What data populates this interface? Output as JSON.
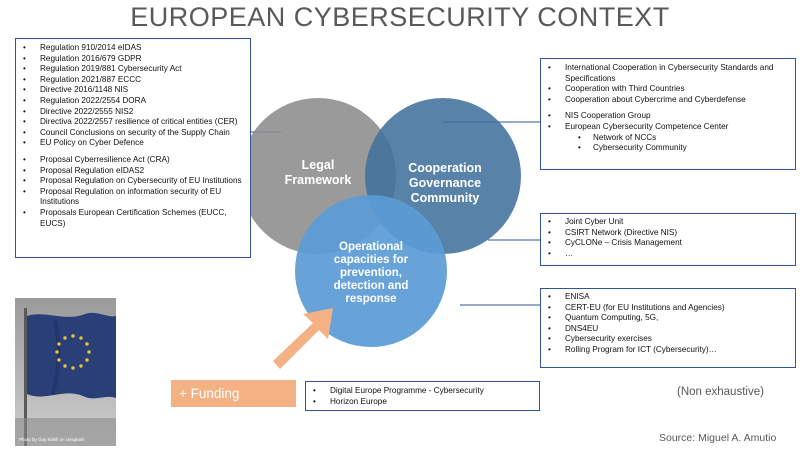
{
  "title": "EUROPEAN CYBERSECURITY CONTEXT",
  "legal_box": {
    "items": [
      "Regulation 910/2014  eIDAS",
      "Regulation 2016/679  GDPR",
      "Regulation 2019/881  Cybersecurity Act",
      "Regulation 2021/887  ECCC",
      "Directive 2016/1148  NIS",
      "Regulation 2022/2554  DORA",
      "Directive 2022/2555  NIS2",
      "Directiva 2022/2557  resilience of critical entities (CER)",
      "Council Conclusions on security of the Supply Chain",
      "EU Policy on Cyber Defence"
    ],
    "proposals": [
      "Proposal Cyberresilience Act (CRA)",
      "Proposal Regulation eIDAS2",
      "Proposal Regulation on Cybersecurity of EU Institutions",
      "Proposal Regulation on information security of EU Institutions",
      "Proposals European Certification Schemes (EUCC, EUCS)"
    ]
  },
  "cooperation_box": {
    "items": [
      "International  Cooperation in Cybersecurity Standards and Specifications",
      "Cooperation with Third Countries",
      "Cooperation about  Cybercrime and Cyberdefense"
    ],
    "items2": [
      "NIS Cooperation Group",
      "European Cybersecurity Competence Center"
    ],
    "subitems": [
      "Network of NCCs",
      "Cybersecurity Community"
    ]
  },
  "operational_box": {
    "items": [
      "Joint Cyber Unit",
      "CSIRT Network (Directive NIS)",
      "CyCLONe – Crisis Management",
      "…"
    ]
  },
  "capacities_box": {
    "items": [
      "ENISA",
      "CERT-EU  (for EU Institutions and Agencies)",
      "Quantum Computing, 5G,",
      "DNS4EU",
      "Cybersecurity exercises",
      "Rolling Program for ICT (Cybersecurity)…"
    ]
  },
  "funding_box": {
    "items": [
      "Digital Europe Programme - Cybersecurity",
      "Horizon Europe"
    ]
  },
  "circles": {
    "legal": [
      "Legal",
      "Framework"
    ],
    "cooperation": [
      "Cooperation",
      "Governance",
      "Community"
    ],
    "operational": [
      "Operational",
      "capacities for",
      "prevention,",
      "detection and",
      "response"
    ]
  },
  "colors": {
    "legal_circle": "#8c8c8c",
    "cooperation_circle": "#41719c",
    "operational_circle": "#5b9bd5",
    "box_border": "#2f5597",
    "funding": "#f4b183",
    "flag_blue": "#2a3f78",
    "flag_stars": "#e8c23a"
  },
  "funding_label": "+ Funding",
  "non_exhaustive": "(Non exhaustive)",
  "source": "Source: Miguel A. Amutio",
  "photo_credit": "Photo by Guy Kirkill on Unsplash"
}
